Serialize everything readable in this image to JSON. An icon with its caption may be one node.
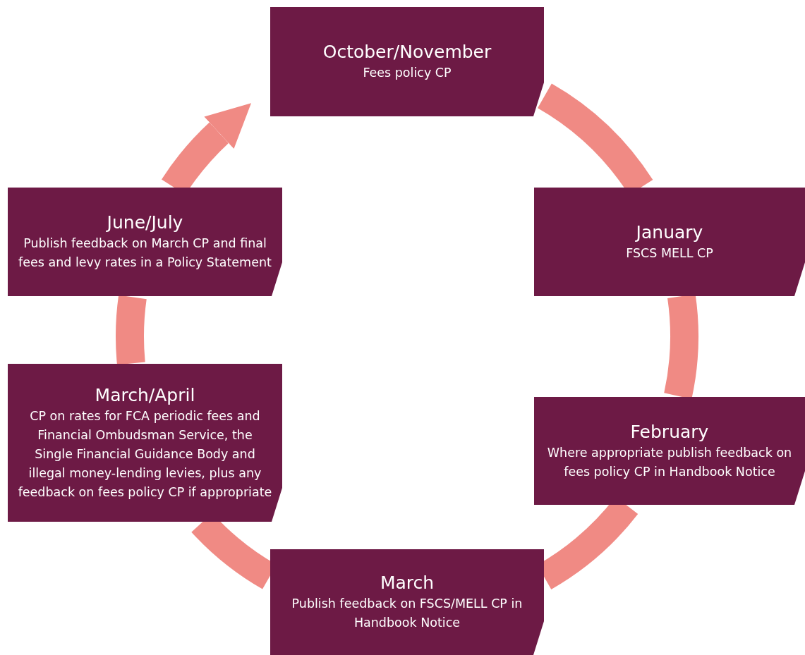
{
  "diagram": {
    "nodes": [
      {
        "text": [
          "October/November",
          "Fees policy CP"
        ]
      },
      {
        "text": [
          "June/July",
          "Publish feedback on March CP and final fees and levy rates in a Policy Statement"
        ]
      },
      {
        "text": [
          "January",
          "FSCS MELL CP"
        ]
      },
      {
        "text": [
          "March/April",
          "CP on rates for FCA periodic fees and Financial Ombudsman Service, the Single Financial Guidance Body and illegal money-lending levies, plus any feedback on fees policy CP if appropriate"
        ]
      },
      {
        "text": [
          "February",
          "Where appropriate publish feedback on fees policy CP in Handbook Notice"
        ]
      },
      {
        "text": [
          "March",
          "Publish feedback on FSCS/MELL CP in Handbook Notice"
        ]
      }
    ],
    "edges": [
      {
        "from": 0,
        "to": 2,
        "arrow": "none"
      },
      {
        "from": 2,
        "to": 4,
        "arrow": "none"
      },
      {
        "from": 4,
        "to": 5,
        "arrow": "none"
      },
      {
        "from": 5,
        "to": 3,
        "arrow": "none"
      },
      {
        "from": 3,
        "to": 1,
        "arrow": "none"
      },
      {
        "from": 1,
        "to": 0,
        "arrow": "to"
      }
    ]
  }
}
